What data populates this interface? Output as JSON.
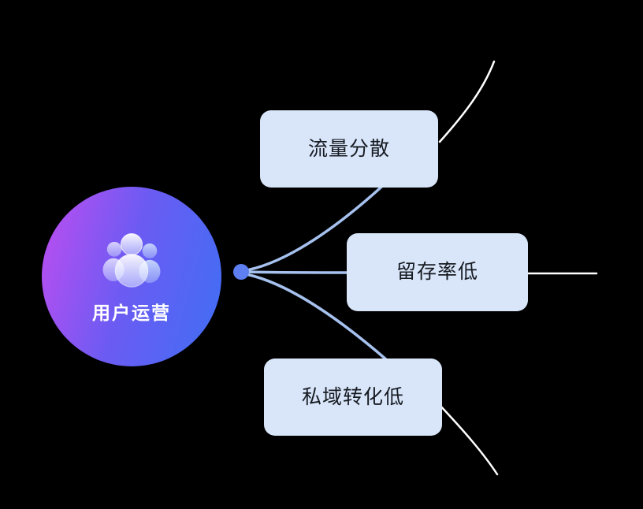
{
  "diagram": {
    "root": {
      "label": "用户运营",
      "icon": "users-icon"
    },
    "branches": [
      {
        "label": "流量分散"
      },
      {
        "label": "留存率低"
      },
      {
        "label": "私域转化低"
      }
    ],
    "colors": {
      "background": "#000000",
      "node_fill": "#d9e6f9",
      "node_text": "#171b22",
      "connector": "#a6c1ee",
      "outer_connector": "#ffffff",
      "dot": "#5e7ff2",
      "root_grad_a": "#c04df0",
      "root_grad_b": "#6b5bf3",
      "root_grad_c": "#3f6ff5"
    }
  }
}
